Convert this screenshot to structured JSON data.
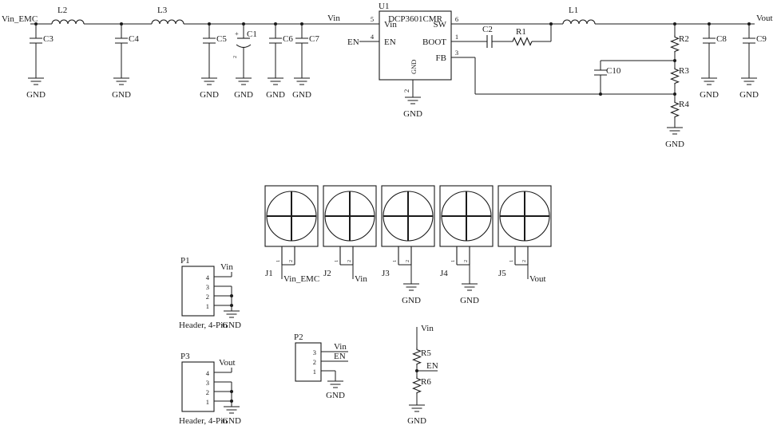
{
  "nets": {
    "vin_emc": "Vin_EMC",
    "vin": "Vin",
    "vout": "Vout",
    "en": "EN",
    "gnd": "GND"
  },
  "u1": {
    "ref": "U1",
    "part": "DCP3601CMR",
    "pin_names": {
      "vin": "Vin",
      "en": "EN",
      "sw": "SW",
      "boot": "BOOT",
      "fb": "FB",
      "gnd": "GND"
    },
    "pin_nums": {
      "vin": "5",
      "en": "4",
      "sw": "6",
      "boot": "1",
      "fb": "3",
      "gnd": "2"
    }
  },
  "refs": {
    "l1": "L1",
    "l2": "L2",
    "l3": "L3",
    "c1": "C1",
    "c2": "C2",
    "c3": "C3",
    "c4": "C4",
    "c5": "C5",
    "c6": "C6",
    "c7": "C7",
    "c8": "C8",
    "c9": "C9",
    "c10": "C10",
    "r1": "R1",
    "r2": "R2",
    "r3": "R3",
    "r4": "R4",
    "r5": "R5",
    "r6": "R6",
    "j1": "J1",
    "j2": "J2",
    "j3": "J3",
    "j4": "J4",
    "j5": "J5"
  },
  "c1_polarity": "+",
  "c1_pin_num": "2",
  "jack_pin_nums": [
    "1",
    "2"
  ],
  "p1": {
    "ref": "P1",
    "type": "Header, 4-Pin",
    "pins": [
      "4",
      "3",
      "2",
      "1"
    ]
  },
  "p2": {
    "ref": "P2",
    "pins": [
      "3",
      "2",
      "1"
    ]
  },
  "p3": {
    "ref": "P3",
    "type": "Header, 4-Pin",
    "pins": [
      "4",
      "3",
      "2",
      "1"
    ]
  }
}
